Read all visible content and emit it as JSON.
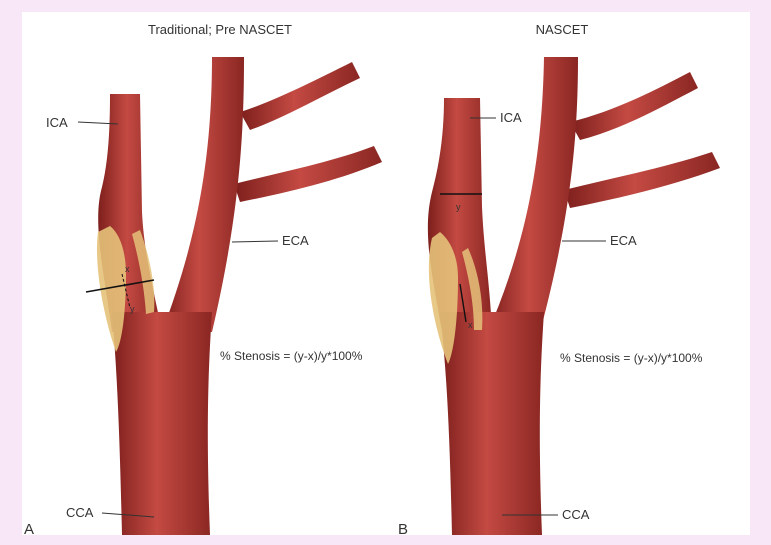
{
  "panels": [
    {
      "panel_letter": "A",
      "title": "Traditional; Pre NASCET",
      "labels": {
        "ica": "ICA",
        "eca": "ECA",
        "cca": "CCA"
      },
      "markers": {
        "x": "x",
        "y": "y"
      },
      "formula": "% Stenosis = (y-x)/y*100%"
    },
    {
      "panel_letter": "B",
      "title": "NASCET",
      "labels": {
        "ica": "ICA",
        "eca": "ECA",
        "cca": "CCA"
      },
      "markers": {
        "x": "x",
        "y": "y"
      },
      "formula": "% Stenosis = (y-x)/y*100%"
    }
  ],
  "colors": {
    "background": "#f7e7f7",
    "artery": "#a8322e",
    "artery_dark": "#7d1f1c",
    "artery_light": "#c9504a",
    "plaque": "#e5c27a",
    "label_text": "#333333"
  }
}
